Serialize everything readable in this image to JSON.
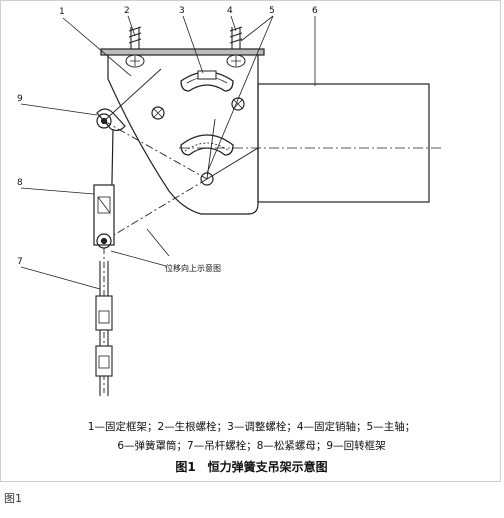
{
  "callouts": [
    "1",
    "2",
    "3",
    "4",
    "5",
    "6",
    "7",
    "8",
    "9"
  ],
  "displacement_label": "位移向上示意图",
  "legend_line1": "1—固定框架；2—生根螺栓；3—调整螺栓；4—固定销轴；5—主轴；",
  "legend_line2": "6—弹簧罩筒；7—吊杆螺栓；8—松紧螺母；9—回转框架",
  "figure_title": "图1　恒力弹簧支吊架示意图",
  "outer_label": "图1"
}
